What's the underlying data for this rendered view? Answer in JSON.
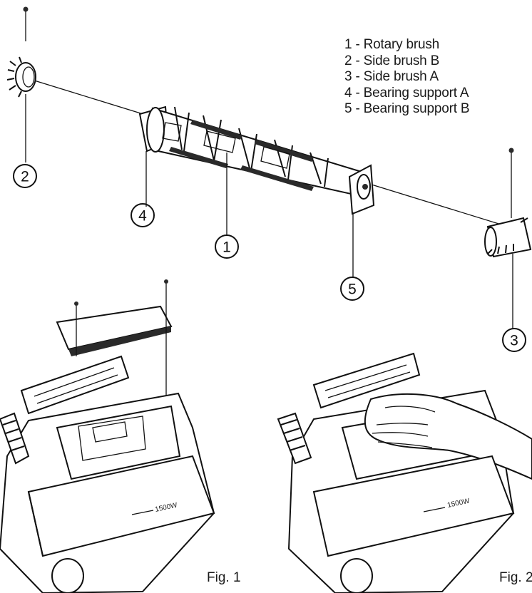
{
  "legend": [
    "1 - Rotary brush",
    "2 - Side brush B",
    "3 - Side brush A",
    "4 - Bearing support A",
    "5 - Bearing support B"
  ],
  "callouts": [
    "1",
    "2",
    "3",
    "4",
    "5"
  ],
  "figures": {
    "fig1_caption": "Fig. 1",
    "fig2_caption": "Fig. 2",
    "model_mark": "1500W"
  }
}
